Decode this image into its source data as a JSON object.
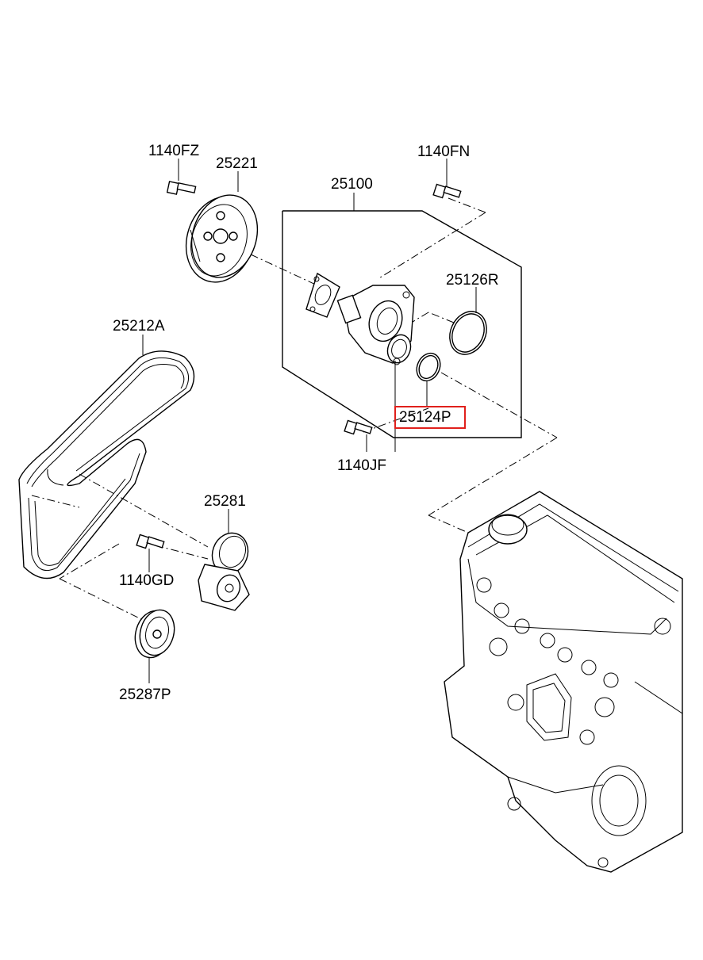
{
  "parts": {
    "p1140FZ": "1140FZ",
    "p25221": "25221",
    "p25100": "25100",
    "p1140FN": "1140FN",
    "p25126R": "25126R",
    "p25212A": "25212A",
    "p25124P": "25124P",
    "p1140JF": "1140JF",
    "p25281": "25281",
    "p1140GD": "1140GD",
    "p25287P": "25287P"
  },
  "highlight": {
    "part": "25124P",
    "color": "#e0201c"
  }
}
